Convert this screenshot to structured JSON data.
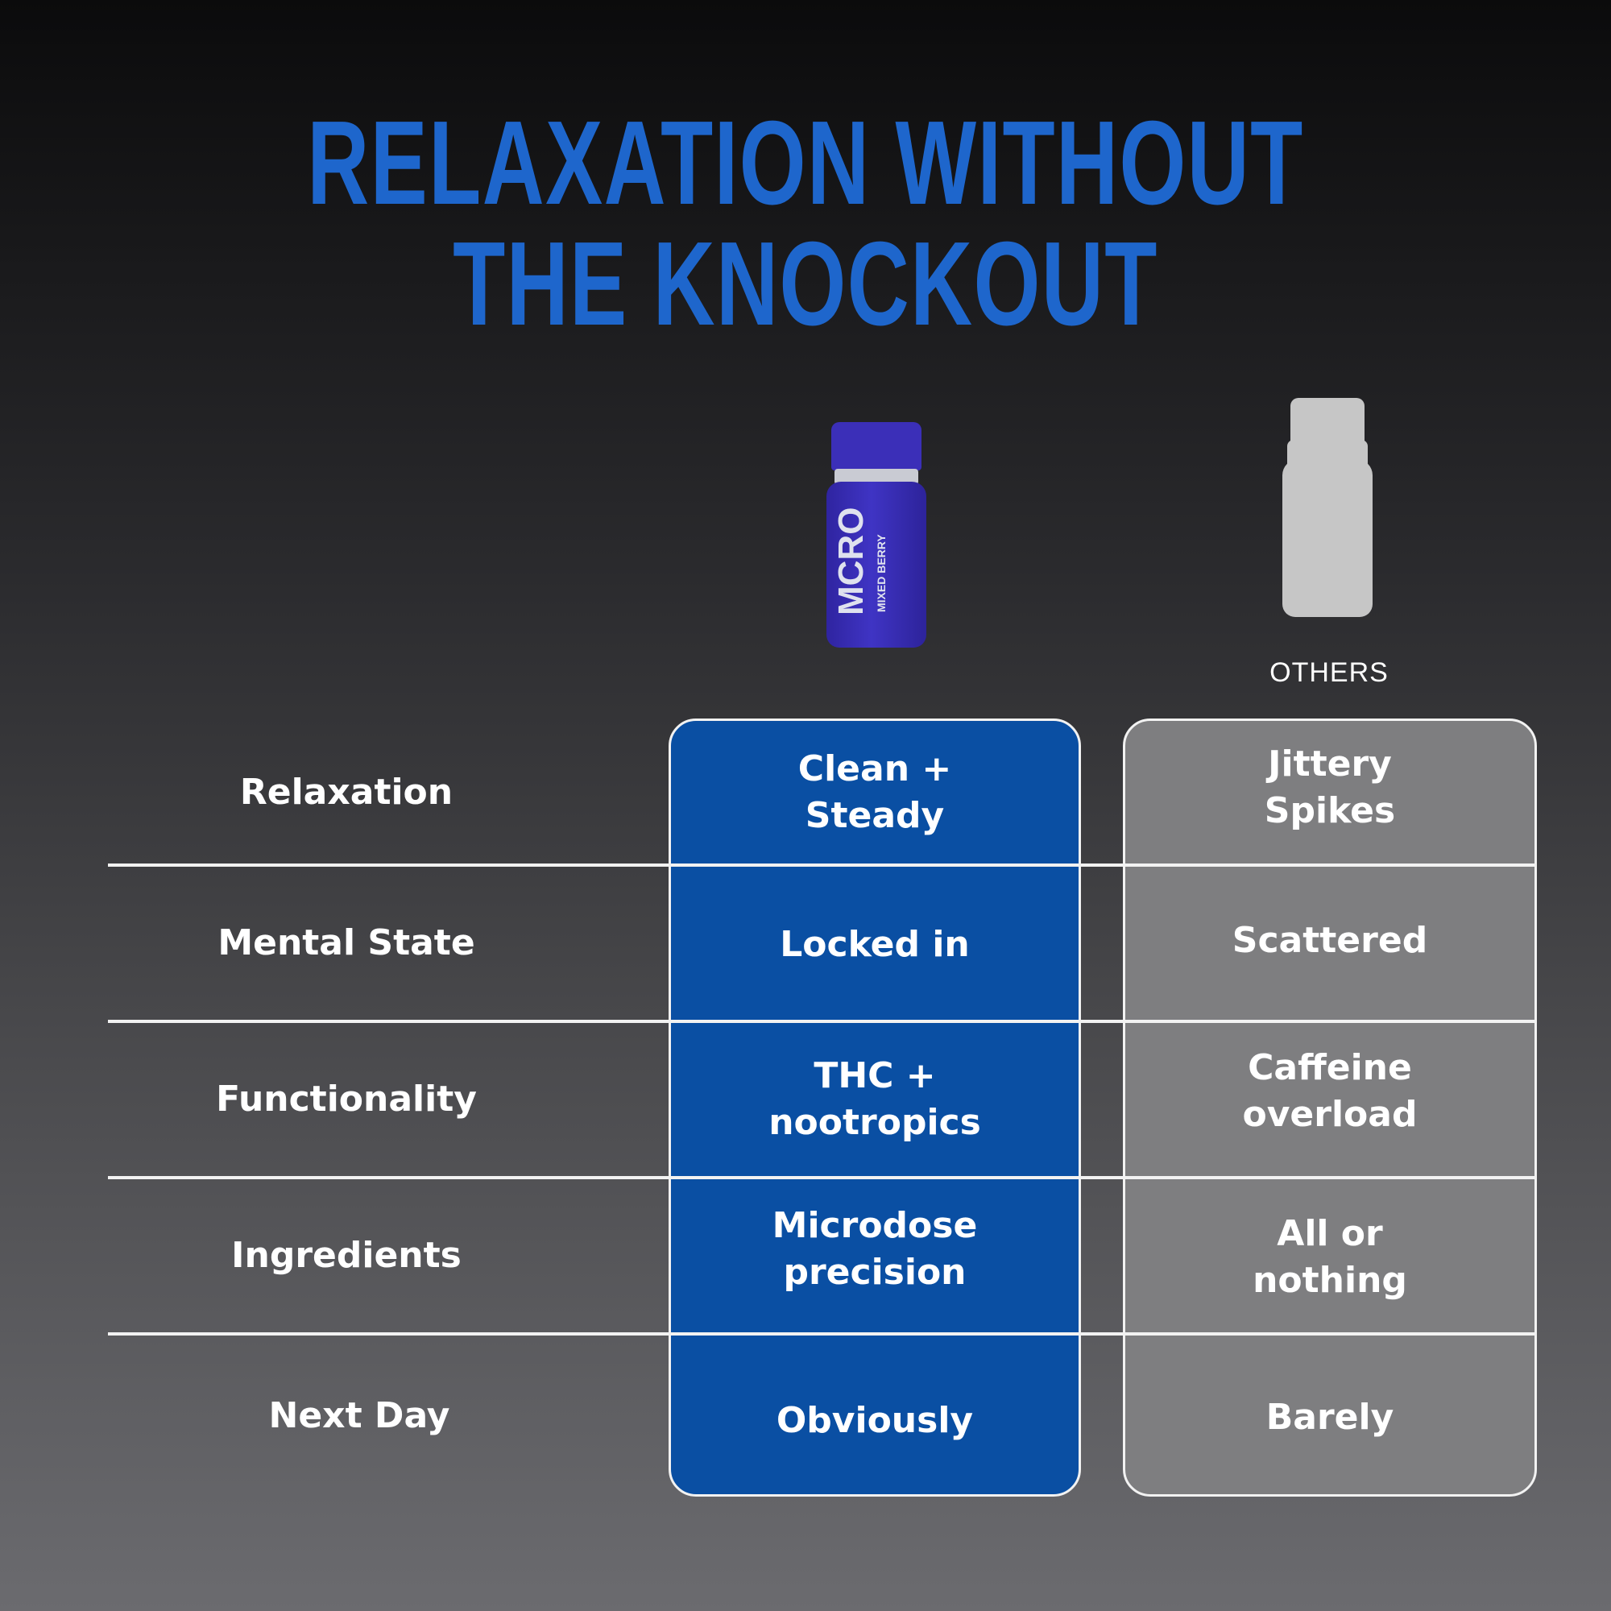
{
  "headline": {
    "line1": "RELAXATION WITHOUT",
    "line2": "THE KNOCKOUT"
  },
  "product": {
    "brand": "MCRO",
    "flavor": "MIXED BERRY",
    "color": "#3b2fb8"
  },
  "others_label": "OTHERS",
  "colors": {
    "headline": "#1e66cc",
    "mcro_column": "#0a4fa3",
    "others_column": "#7e7e80",
    "others_bottle": "#c6c6c6"
  },
  "rows": [
    {
      "label": "Relaxation",
      "mcro": "Clean +\nSteady",
      "others": "Jittery\nSpikes"
    },
    {
      "label": "Mental State",
      "mcro": "Locked in",
      "others": "Scattered"
    },
    {
      "label": "Functionality",
      "mcro": "THC +\nnootropics",
      "others": "Caffeine\noverload"
    },
    {
      "label": "Ingredients",
      "mcro": "Microdose\nprecision",
      "others": "All or\nnothing"
    },
    {
      "label": "Next Day",
      "mcro": "Obviously",
      "others": "Barely"
    }
  ]
}
